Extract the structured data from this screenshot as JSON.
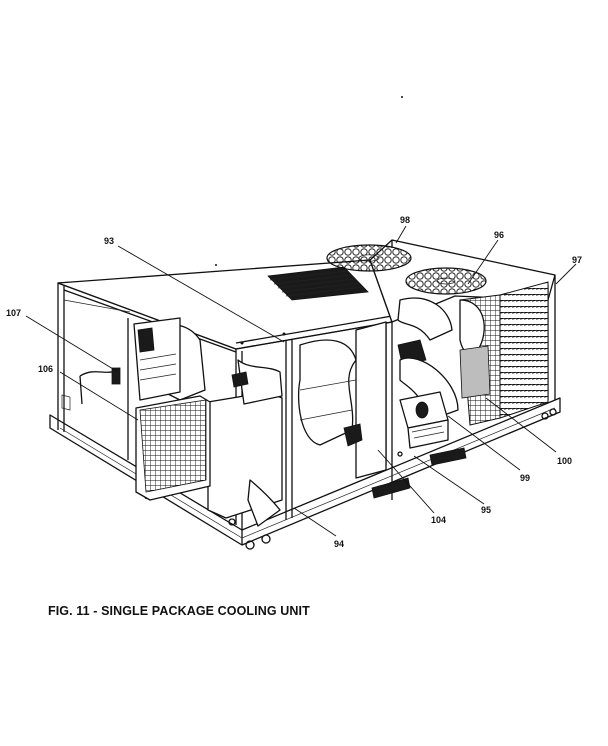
{
  "figure": {
    "caption": "FIG. 11 - SINGLE PACKAGE COOLING UNIT",
    "callouts": [
      {
        "id": "93",
        "label": "93"
      },
      {
        "id": "94",
        "label": "94"
      },
      {
        "id": "95",
        "label": "95"
      },
      {
        "id": "96",
        "label": "96"
      },
      {
        "id": "97",
        "label": "97"
      },
      {
        "id": "98",
        "label": "98"
      },
      {
        "id": "99",
        "label": "99"
      },
      {
        "id": "100",
        "label": "100"
      },
      {
        "id": "104",
        "label": "104"
      },
      {
        "id": "106",
        "label": "106"
      },
      {
        "id": "107",
        "label": "107"
      }
    ]
  }
}
